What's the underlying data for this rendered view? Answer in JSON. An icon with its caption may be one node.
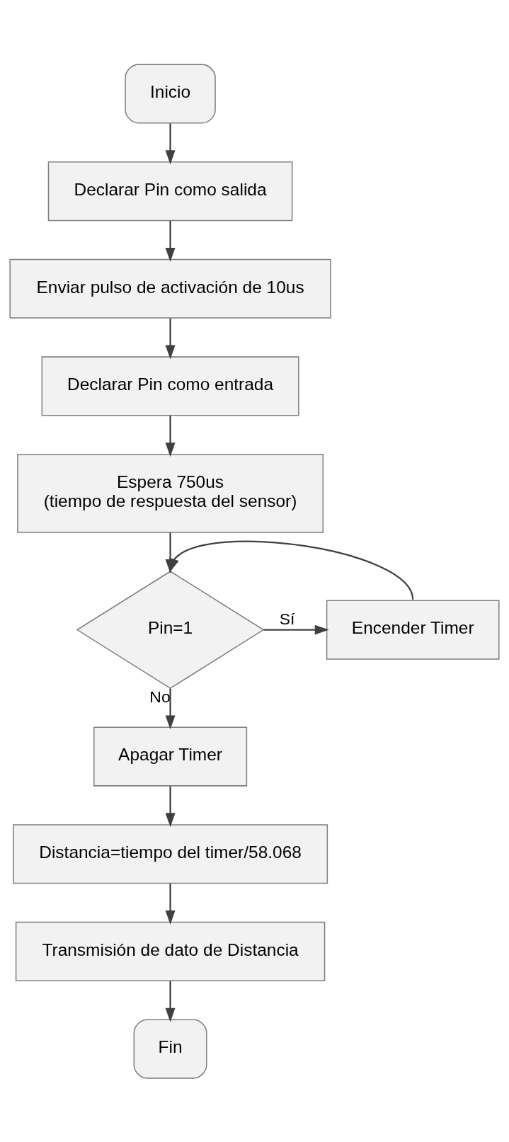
{
  "diagram": {
    "nodes": [
      {
        "text": [
          "Inicio"
        ]
      },
      {
        "text": [
          "Declarar Pin como salida"
        ]
      },
      {
        "text": [
          "Enviar pulso de activación de 10us"
        ]
      },
      {
        "text": [
          "Declarar Pin como entrada"
        ]
      },
      {
        "text": [
          "Espera 750us (tiempo de respuesta del sensor)"
        ]
      },
      {
        "text": [
          "Pin=1"
        ]
      },
      {
        "text": [
          "Encender Timer"
        ]
      },
      {
        "text": [
          "Apagar Timer"
        ]
      },
      {
        "text": [
          "Distancia=tiempo del timer/58.068"
        ]
      },
      {
        "text": [
          "Transmisión de dato de Distancia"
        ]
      },
      {
        "text": [
          "Fin"
        ]
      }
    ],
    "edges": [
      {
        "from": 0,
        "to": 1,
        "arrow": "to"
      },
      {
        "from": 1,
        "to": 2,
        "arrow": "to"
      },
      {
        "from": 2,
        "to": 3,
        "arrow": "to"
      },
      {
        "from": 3,
        "to": 4,
        "arrow": "to"
      },
      {
        "from": 4,
        "to": 5,
        "arrow": "to"
      },
      {
        "from": 5,
        "to": 6,
        "arrow": "to",
        "label": "Sí"
      },
      {
        "from": 6,
        "to": 5,
        "arrow": "to"
      },
      {
        "from": 5,
        "to": 7,
        "arrow": "to",
        "label": "No"
      },
      {
        "from": 7,
        "to": 8,
        "arrow": "to"
      },
      {
        "from": 8,
        "to": 9,
        "arrow": "to"
      },
      {
        "from": 9,
        "to": 10,
        "arrow": "to"
      }
    ]
  }
}
